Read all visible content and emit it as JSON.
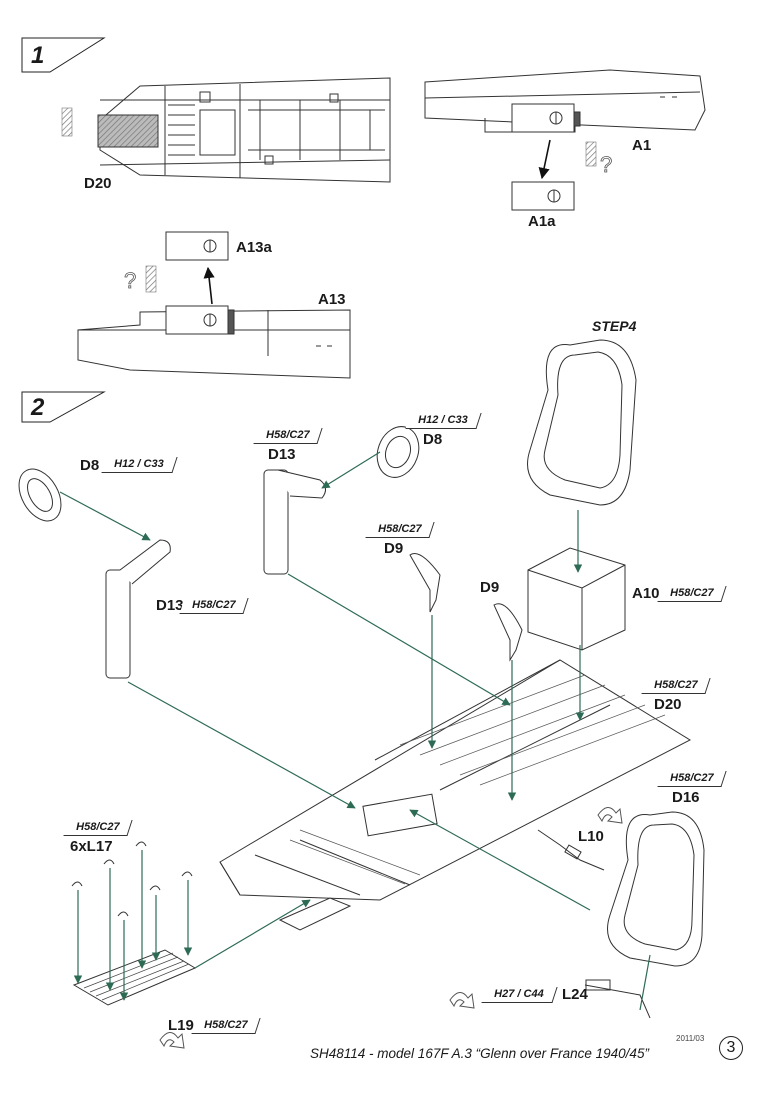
{
  "steps": {
    "step1_number": "1",
    "step2_number": "2",
    "step4_ref": "STEP4"
  },
  "parts": {
    "d20_top": "D20",
    "a1": "A1",
    "a1a": "A1a",
    "a13a": "A13a",
    "a13": "A13",
    "d8_left": "D8",
    "d8_right": "D8",
    "d13_left": "D13",
    "d13_right": "D13",
    "d9_left": "D9",
    "d9_right": "D9",
    "a10": "A10",
    "d20": "D20",
    "d16": "D16",
    "l10": "L10",
    "l17": "6xL17",
    "l19": "L19",
    "l24": "L24"
  },
  "paint_codes": {
    "d8_left": "H12 / C33",
    "d8_right": "H12 / C33",
    "d13_left": "H58/C27",
    "d13_right": "H58/C27",
    "d9_left": "H58/C27",
    "a10": "H58/C27",
    "d20": "H58/C27",
    "d16": "H58/C27",
    "l17": "H58/C27",
    "l19": "H58/C27",
    "l24": "H27 / C44"
  },
  "footer": {
    "date": "2011/03",
    "title": "SH48114 - model 167F A.3 “Glenn over France 1940/45”",
    "page": "3"
  },
  "colors": {
    "line": "#2a2a2a",
    "arrow_green": "#2e6b55",
    "hatch": "#888888"
  }
}
